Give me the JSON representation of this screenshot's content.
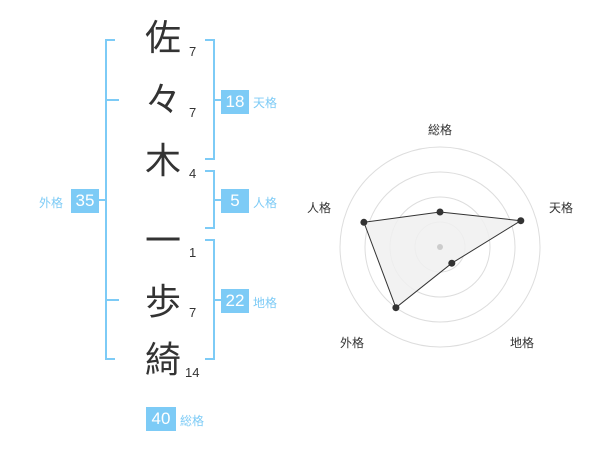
{
  "name_chars": [
    {
      "char": "佐",
      "strokes": "7"
    },
    {
      "char": "々",
      "strokes": "7"
    },
    {
      "char": "木",
      "strokes": "4"
    },
    {
      "char": "一",
      "strokes": "1"
    },
    {
      "char": "歩",
      "strokes": "7"
    },
    {
      "char": "綺",
      "strokes": "14"
    }
  ],
  "kakusu": {
    "tenkaku": {
      "value": "18",
      "label": "天格"
    },
    "jinkaku": {
      "value": "5",
      "label": "人格"
    },
    "chikaku": {
      "value": "22",
      "label": "地格"
    },
    "gaikaku": {
      "value": "35",
      "label": "外格"
    },
    "soukaku": {
      "value": "40",
      "label": "総格"
    }
  },
  "colors": {
    "accent": "#7dcbf6",
    "text": "#333333",
    "grid": "#dddddd",
    "polygon_fill": "#f0f0f0"
  },
  "chart_data": {
    "type": "radar",
    "axes": [
      "総格",
      "天格",
      "地格",
      "外格",
      "人格"
    ],
    "values": [
      0.35,
      0.85,
      0.2,
      0.75,
      0.8
    ],
    "scale_max": 1,
    "rings": 4,
    "grid": true
  }
}
